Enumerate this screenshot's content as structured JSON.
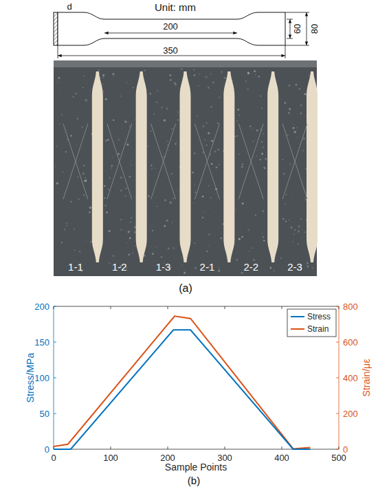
{
  "diagram": {
    "labels": [
      "d",
      "Unit: mm",
      "60",
      "80",
      "200",
      "350",
      "1-1",
      "1-2",
      "1-3",
      "2-1",
      "2-2",
      "2-3",
      "(a)",
      "0",
      "50",
      "100",
      "150",
      "200",
      "0",
      "200",
      "400",
      "600",
      "800",
      "0",
      "100",
      "200",
      "300",
      "400",
      "500",
      "Stress/MPa",
      "Strain/με",
      "Sample Points",
      "(b)"
    ],
    "legend": [
      {
        "text": "Stress"
      },
      {
        "text": "Strain"
      }
    ]
  }
}
